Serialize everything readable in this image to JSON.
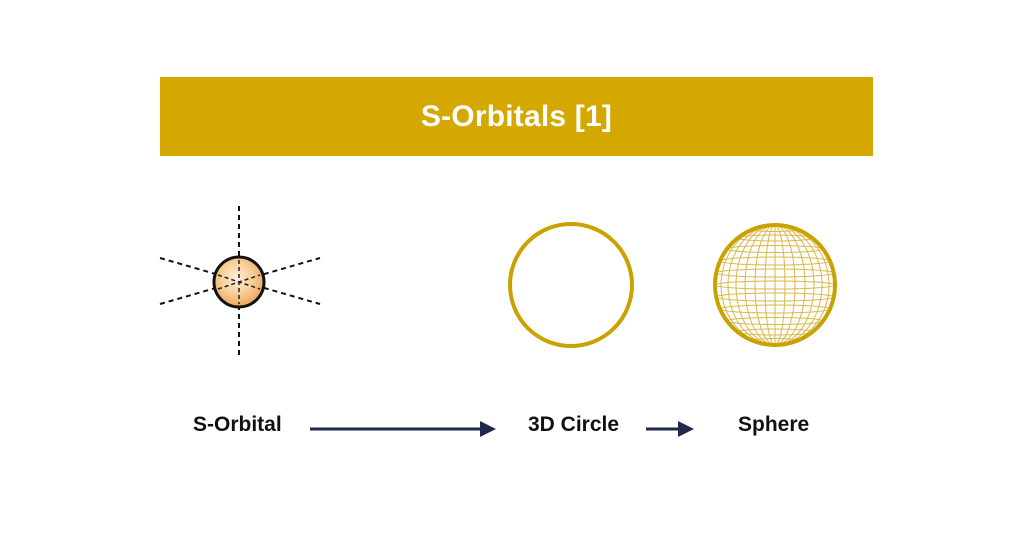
{
  "title": "S-Orbitals [1]",
  "colors": {
    "banner": "#D4A800",
    "gold": "#C9A200",
    "arrow": "#1F2A4A",
    "orbital_fill_center": "#FFF2DC",
    "orbital_fill_edge": "#E6A35A"
  },
  "stages": [
    {
      "label": "S-Orbital",
      "figure": "s-orbital-icon"
    },
    {
      "label": "3D Circle",
      "figure": "circle-icon"
    },
    {
      "label": "Sphere",
      "figure": "sphere-icon"
    }
  ]
}
